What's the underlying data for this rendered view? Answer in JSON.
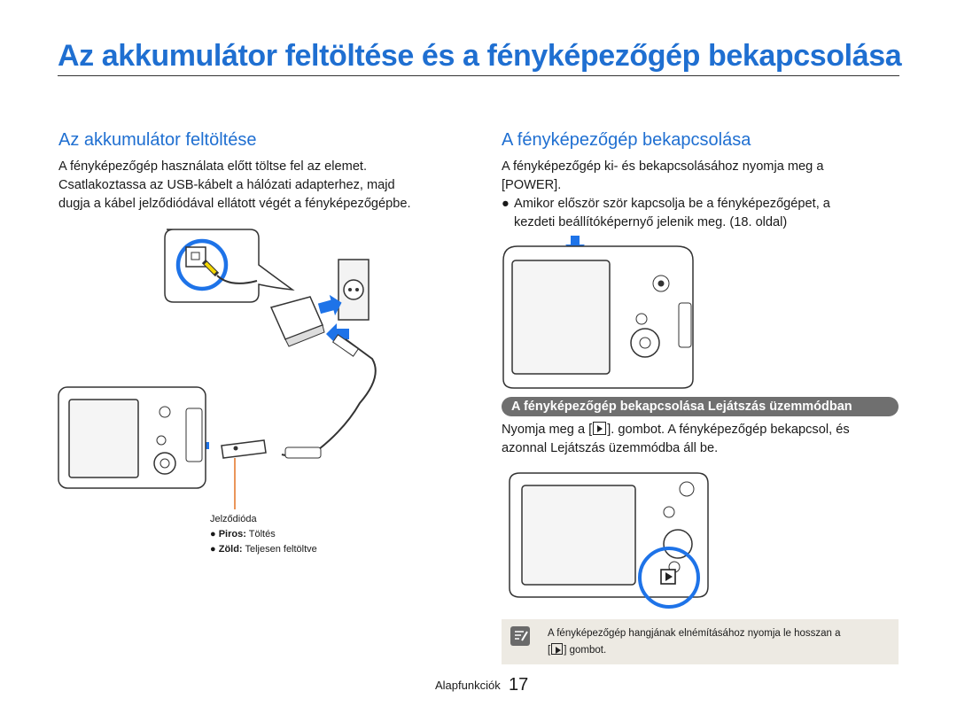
{
  "page": {
    "title": "Az akkumulátor feltöltése és a fényképezőgép bekapcsolása",
    "footer_section": "Alapfunkciók",
    "page_number": "17"
  },
  "left": {
    "heading": "Az akkumulátor feltöltése",
    "paragraph_lines": [
      "A fényképezőgép használata előtt töltse fel az elemet.",
      "Csatlakoztassa az USB-kábelt a hálózati adapterhez, majd",
      "dugja a kábel jelződiódával ellátott végét a fényképezőgépbe."
    ],
    "indicator": {
      "label": "Jelződióda",
      "items": [
        {
          "bullet": "●",
          "name": "Piros:",
          "desc": "Töltés"
        },
        {
          "bullet": "●",
          "name": "Zöld:",
          "desc": "Teljesen feltöltve"
        }
      ]
    }
  },
  "right": {
    "heading": "A fényképezőgép bekapcsolása",
    "intro_line1": "A fényképezőgép ki- és bekapcsolásához nyomja meg a",
    "intro_line2": "[POWER].",
    "bullet": "●",
    "bullet_line1": "Amikor először ször kapcsolja be a fényképezőgépet, a",
    "bullet_line2": "kezdeti beállítóképernyő jelenik meg. (18. oldal)",
    "subheading": "A fényképezőgép bekapcsolása Lejátszás üzemmódban",
    "playback_pre": "Nyomja meg a [",
    "playback_post": "]. gombot. A fényképezőgép bekapcsol, és",
    "playback_line2": "azonnal Lejátszás üzemmódba áll be.",
    "note_line1": "A fényképezőgép hangjának elnémításához nyomja le hosszan a",
    "note_pre": "[",
    "note_post": "] gombot."
  },
  "colors": {
    "accent": "#1f6fd1",
    "highlight_circle": "#1e73e8",
    "indicator_line": "#e37222",
    "subheading_bg": "#6f6f6f",
    "note_bg": "#edeae3"
  },
  "icons": [
    "play-button-icon",
    "note-icon",
    "arrow-down-icon",
    "arrow-left-icon"
  ]
}
